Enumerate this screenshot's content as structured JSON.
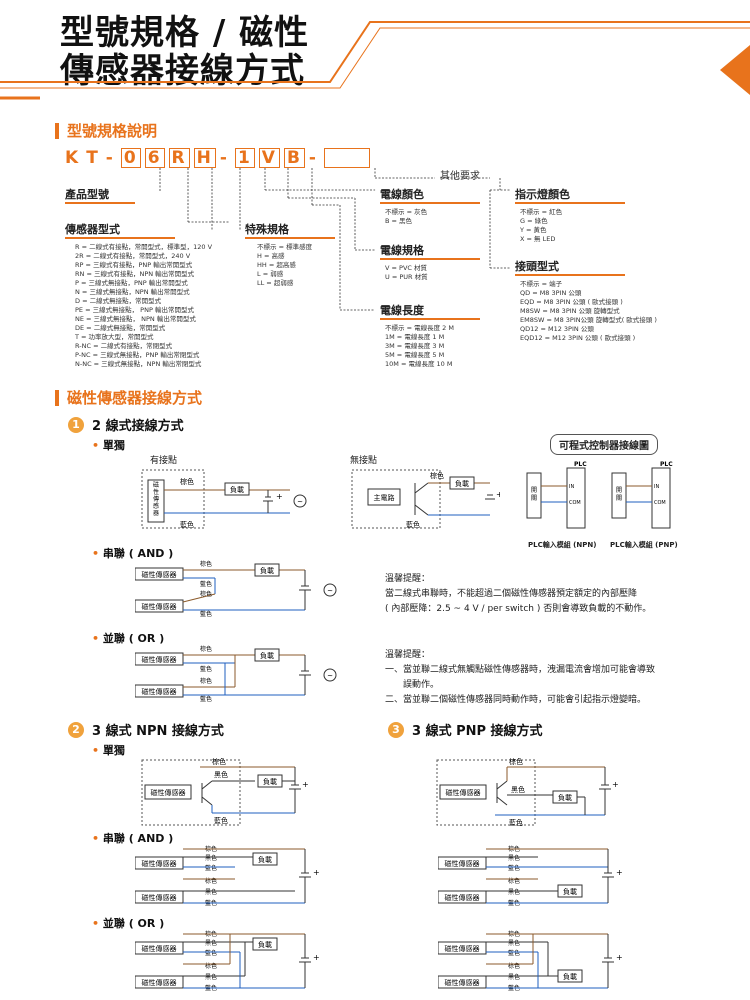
{
  "header": {
    "title_line1": "型號規格 / 磁性",
    "title_line2": "傳感器接線方式"
  },
  "spec": {
    "section_title": "型號規格說明",
    "code_chars": [
      "K",
      "T",
      "-",
      "0",
      "6",
      "R",
      "H",
      "-",
      "1",
      "V",
      "B",
      "-",
      ""
    ],
    "other_req": "其他要求",
    "product_model": "產品型號",
    "sensor_type": {
      "label": "傳感器型式",
      "items": [
        "R = 二線式有接點，常開型式，標準型，120 V",
        "2R = 二線式有接點，常開型式，240 V",
        "RP = 三線式有接點，PNP 輸出常開型式",
        "RN = 三線式有接點，NPN 輸出常開型式",
        "P = 三線式無接點，PNP 輸出常開型式",
        "N = 三線式無接點，NPN 輸出常開型式",
        "D = 二線式無接點，常開型式",
        "PE = 三線式無接點， PNP 輸出常開型式",
        "NE = 三線式無接點， NPN 輸出常開型式",
        "DE = 二線式無接點，常開型式",
        "T = 功率放大型，常開型式",
        "R-NC = 二線式有接點，常閉型式",
        "P-NC = 三線式無接點，PNP 輸出常閉型式",
        "N-NC = 三線式無接點，NPN 輸出常閉型式"
      ]
    },
    "special": {
      "label": "特殊規格",
      "items": [
        "不標示 = 標準感度",
        "H = 高感",
        "HH = 超高感",
        "L = 弱感",
        "LL = 超弱感"
      ]
    },
    "wire_color": {
      "label": "電線顏色",
      "items": [
        "不標示 = 灰色",
        "B = 黑色"
      ]
    },
    "wire_spec": {
      "label": "電線規格",
      "items": [
        "V = PVC 材質",
        "U = PUR 材質"
      ]
    },
    "wire_length": {
      "label": "電線長度",
      "items": [
        "不標示 = 電線長度 2 M",
        "1M = 電線長度 1 M",
        "3M = 電線長度 3 M",
        "5M = 電線長度 5 M",
        "10M = 電線長度 10 M"
      ]
    },
    "led_color": {
      "label": "指示燈顏色",
      "items": [
        "不標示 = 紅色",
        "G = 綠色",
        "Y = 黃色",
        "X = 無 LED"
      ]
    },
    "connector": {
      "label": "接頭型式",
      "items": [
        "不標示 = 端子",
        "QD = M8  3PIN 公頭",
        "EQD = M8  3PIN 公頭 ( 歐式接頭 )",
        "M8SW = M8  3PIN 公頭  旋轉型式",
        "EM8SW = M8  3PIN公頭  旋轉型式( 歐式接頭 )",
        "QD12 = M12  3PIN 公頭",
        "EQD12 = M12  3PIN 公頭 ( 歐式接頭 )"
      ]
    }
  },
  "wiring": {
    "section_title": "磁性傳感器接線方式",
    "two_wire": {
      "num": "1",
      "title": "2 線式接線方式",
      "single": "單獨",
      "with_contact": "有接點",
      "no_contact": "無接點",
      "plc_title": "可程式控制器接線圖",
      "series": "串聯 ( AND )",
      "parallel": "並聯 ( OR )"
    },
    "three_npn": {
      "num": "2",
      "title": "3 線式 NPN 接線方式",
      "single": "單獨",
      "series": "串聯 ( AND )",
      "parallel": "並聯 ( OR )"
    },
    "three_pnp": {
      "num": "3",
      "title": "3 線式 PNP 接線方式"
    },
    "labels": {
      "brown": "棕色",
      "blue": "藍色",
      "black": "黑色",
      "load": "負載",
      "sensor": "磁性傳感器",
      "sensor_v": "磁性傳感器",
      "main_circuit": "主電路",
      "plc": "PLC",
      "switch": "開關",
      "plc_npn": "PLC輸入模組 (NPN)",
      "plc_pnp": "PLC輸入模組 (PNP)",
      "com": "COM",
      "in": "IN"
    },
    "note1": {
      "title": "溫馨提醒：",
      "lines": [
        "當二線式串聯時，不能超過二個磁性傳感器預定額定的內部壓降",
        "( 內部壓降：2.5 ~ 4 V / per switch ) 否則會導致負載的不動作。"
      ]
    },
    "note2": {
      "title": "溫馨提醒：",
      "lines": [
        "一、當並聯二線式無觸點磁性傳感器時，洩漏電流會增加可能會導致",
        "　　誤動作。",
        "二、當並聯二個磁性傳感器同時動作時，可能會引起指示燈變暗。"
      ]
    },
    "colors": {
      "brown": "#8b5a2b",
      "blue": "#1f5fbf",
      "orange": "#e8731c"
    }
  }
}
